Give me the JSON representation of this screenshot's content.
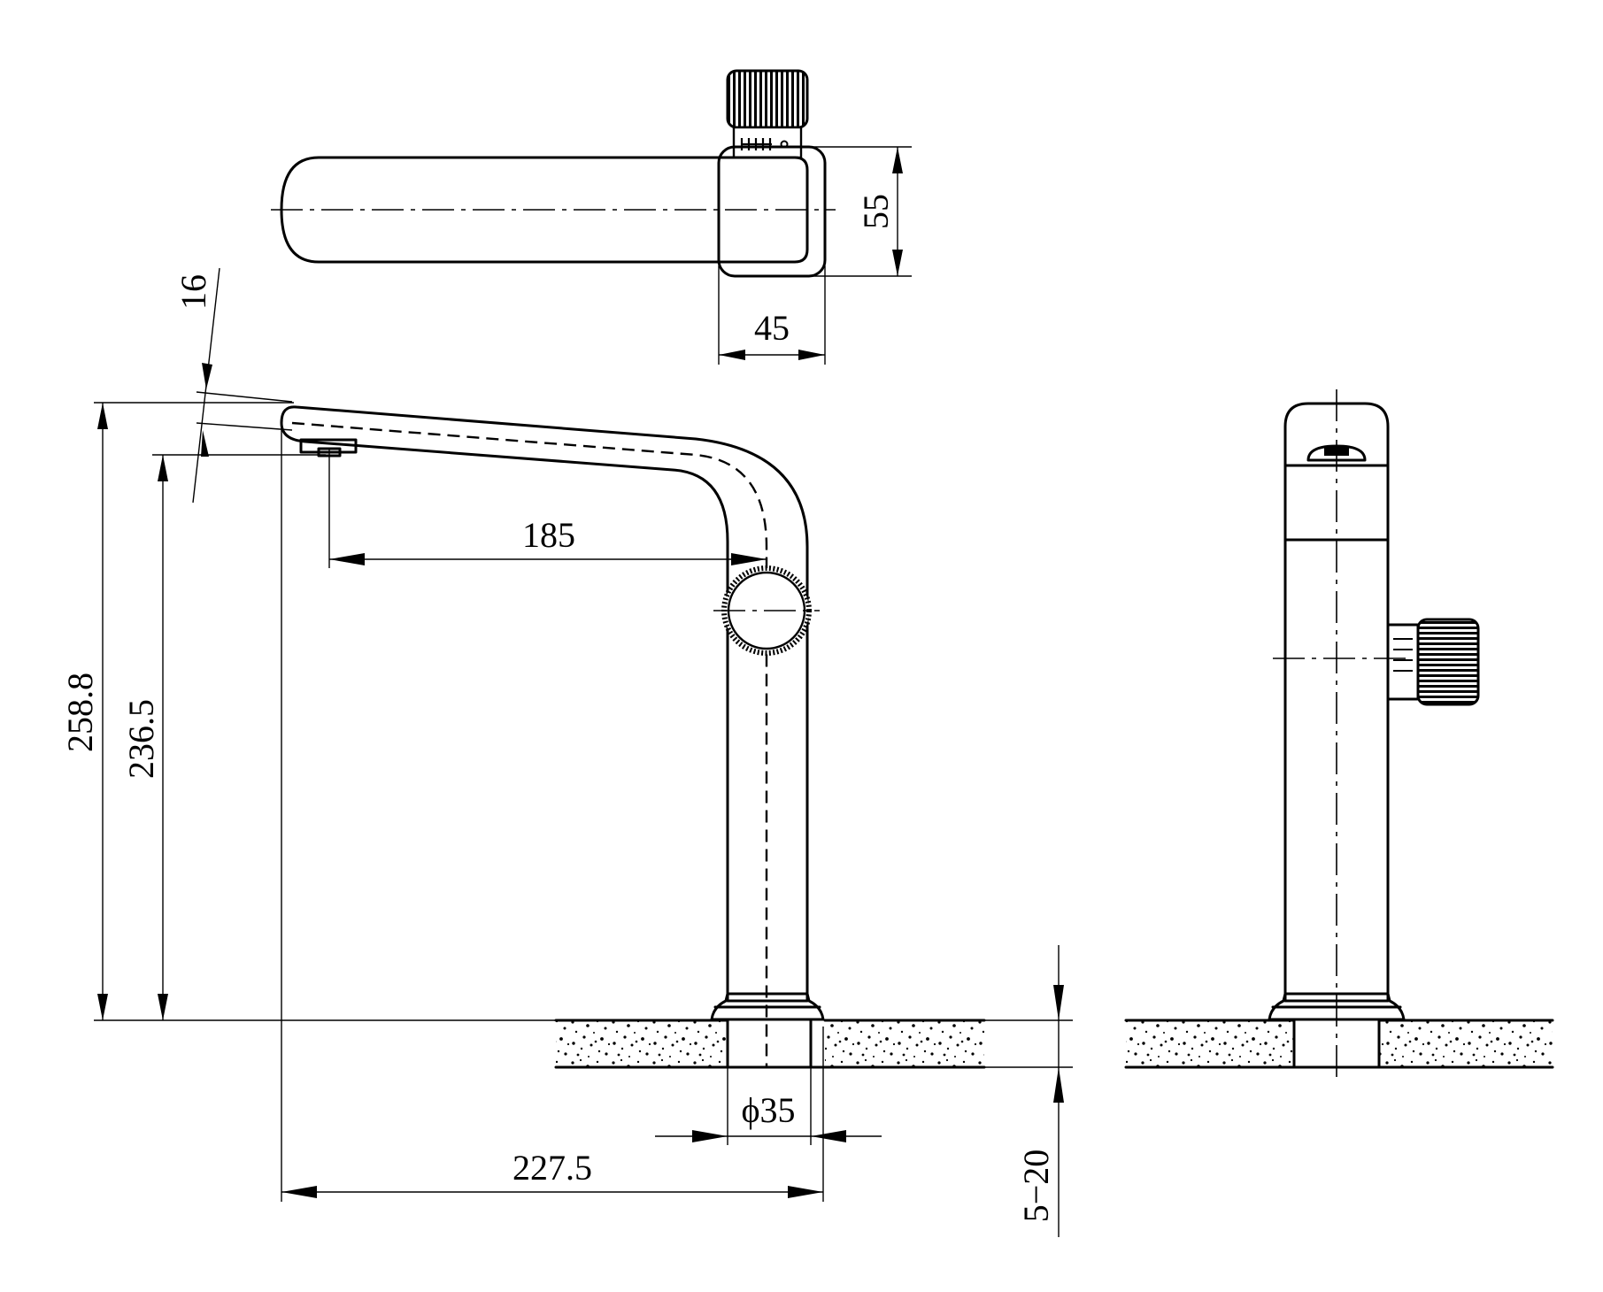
{
  "dimensions": {
    "spout_thickness": "16",
    "top_depth": "55",
    "top_width": "45",
    "overall_height": "258.8",
    "outlet_height": "236.5",
    "spout_reach": "185",
    "hole_diameter": "ϕ35",
    "overall_reach": "227.5",
    "deck_thickness": "5−20"
  },
  "colors": {
    "line": "#000000",
    "background": "#ffffff"
  },
  "icons": {
    "handle_knurl": "knurled-handle-icon",
    "deck_fill": "speckled-countertop-icon"
  }
}
